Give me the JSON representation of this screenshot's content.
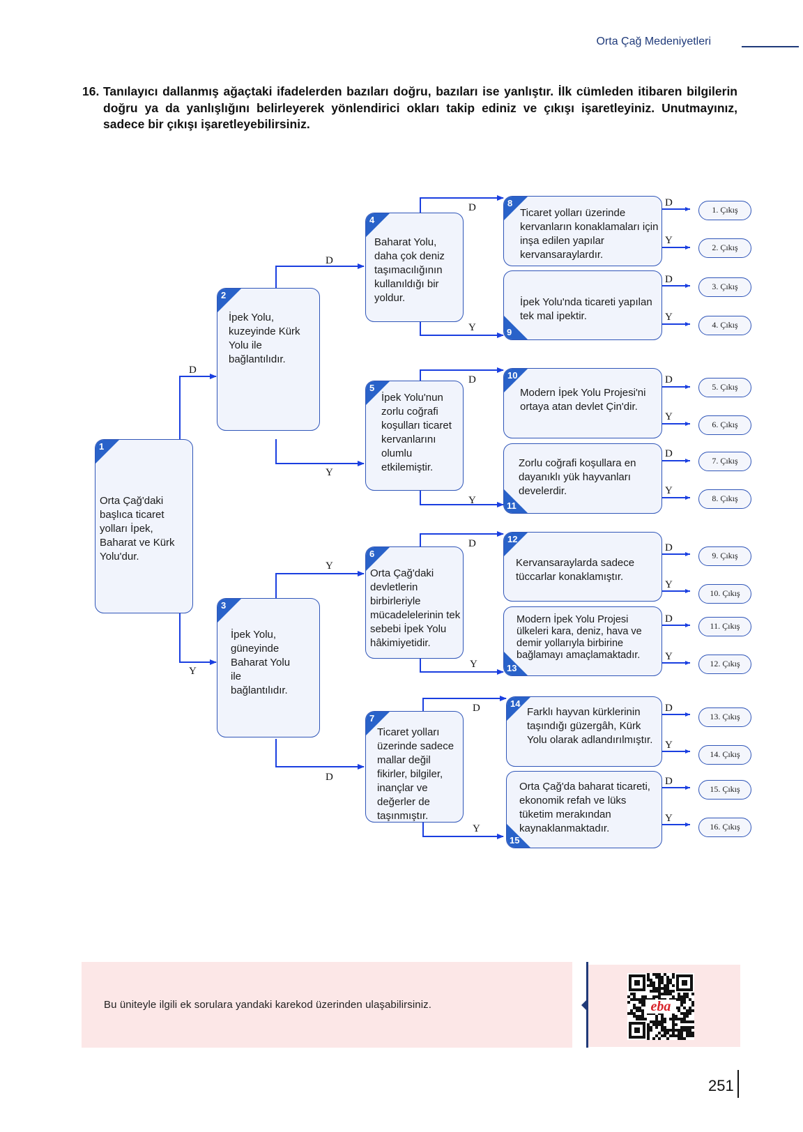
{
  "header": {
    "chapter_title": "Orta Çağ Medeniyetleri"
  },
  "question": {
    "number": "16.",
    "text": "Tanılayıcı dallanmış ağaçtaki ifadelerden bazıları doğru, bazıları ise yanlıştır. İlk cümleden itibaren bilgilerin doğru ya da yanlışlığını belirleyerek yönlendirici okları takip ediniz ve çıkışı işaretleyiniz. Unutmayınız, sadece bir çıkışı işaretleyebilirsiniz."
  },
  "tree": {
    "branch_true": "D",
    "branch_false": "Y",
    "nodes": [
      {
        "id": "1",
        "text": "Orta Çağ'daki başlıca ticaret yolları İpek, Baharat ve Kürk Yolu'dur."
      },
      {
        "id": "2",
        "text": "İpek Yolu, kuzeyinde Kürk Yolu ile bağlantılıdır."
      },
      {
        "id": "3",
        "text": "İpek Yolu, güneyinde Baharat Yolu ile bağlantılıdır."
      },
      {
        "id": "4",
        "text": "Baharat Yolu, daha çok deniz taşımacılığının kullanıldığı bir yoldur."
      },
      {
        "id": "5",
        "text": "İpek Yolu'nun zorlu coğrafi koşulları ticaret kervanlarını olumlu etkilemiştir."
      },
      {
        "id": "6",
        "text": "Orta Çağ'daki devletlerin birbirleriyle mücadelelerinin tek sebebi İpek Yolu hâkimiyetidir."
      },
      {
        "id": "7",
        "text": "Ticaret yolları üzerinde sadece mallar değil fikirler, bilgiler, inançlar ve değerler de taşınmıştır."
      },
      {
        "id": "8",
        "text": "Ticaret yolları üzerinde kervanların konaklamaları için inşa edilen yapılar kervansaraylardır."
      },
      {
        "id": "9",
        "text": "İpek Yolu'nda ticareti yapılan tek mal ipektir."
      },
      {
        "id": "10",
        "text": "Modern İpek Yolu Projesi'ni ortaya atan devlet Çin'dir."
      },
      {
        "id": "11",
        "text": "Zorlu coğrafi koşullara en dayanıklı yük hayvanları develerdir."
      },
      {
        "id": "12",
        "text": "Kervansaraylarda sadece tüccarlar konaklamıştır."
      },
      {
        "id": "13",
        "text": "Modern İpek Yolu Projesi ülkeleri kara, deniz, hava ve demir yollarıyla birbirine bağlamayı amaçlamaktadır."
      },
      {
        "id": "14",
        "text": "Farklı hayvan kürklerinin taşındığı güzergâh, Kürk Yolu olarak adlandırılmıştır."
      },
      {
        "id": "15",
        "text": "Orta Çağ'da baharat ticareti, ekonomik refah ve lüks tüketim merakından kaynaklanmaktadır."
      }
    ],
    "exits": [
      "1. Çıkış",
      "2. Çıkış",
      "3. Çıkış",
      "4. Çıkış",
      "5. Çıkış",
      "6. Çıkış",
      "7. Çıkış",
      "8. Çıkış",
      "9. Çıkış",
      "10. Çıkış",
      "11. Çıkış",
      "12. Çıkış",
      "13. Çıkış",
      "14. Çıkış",
      "15. Çıkış",
      "16. Çıkış"
    ]
  },
  "info": {
    "text": "Bu üniteyle ilgili ek sorulara yandaki karekod üzerinden ulaşabilirsiniz.",
    "qr_logo": "eba"
  },
  "footer": {
    "page_number": "251"
  },
  "colors": {
    "accent": "#1f3a7a",
    "node_border": "#2f55b8",
    "node_fill": "#f1f4fc",
    "arrow": "#1a3fe0",
    "badge": "#2962c9",
    "info_bg": "#fce7e7"
  }
}
